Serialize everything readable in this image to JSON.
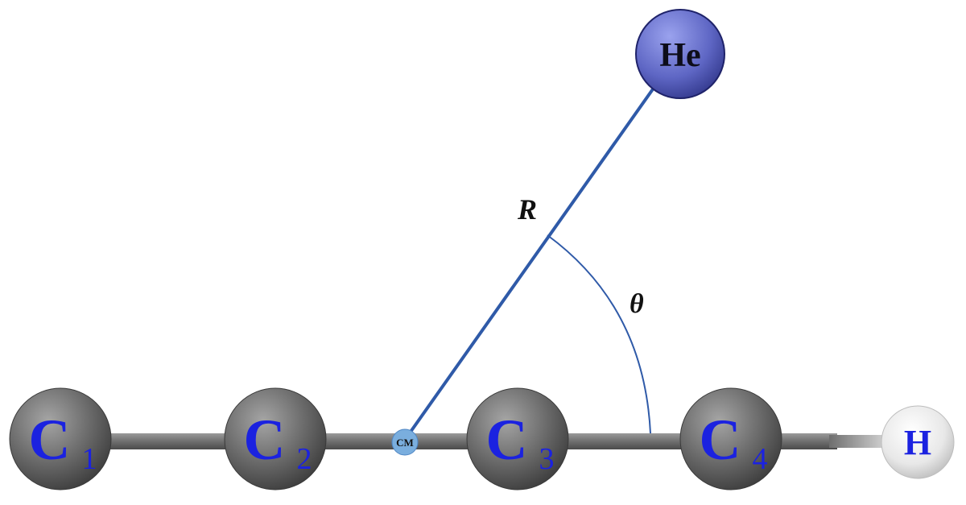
{
  "atoms": {
    "c1": {
      "symbol": "C",
      "subscript": "1"
    },
    "c2": {
      "symbol": "C",
      "subscript": "2"
    },
    "c3": {
      "symbol": "C",
      "subscript": "3"
    },
    "c4": {
      "symbol": "C",
      "subscript": "4"
    },
    "h": {
      "symbol": "H"
    },
    "he": {
      "symbol": "He"
    }
  },
  "cm": {
    "label": "CM"
  },
  "labels": {
    "distance": "R",
    "angle": "θ"
  },
  "colors": {
    "carbon": "#6b6b6b",
    "hydrogen": "#e6e6e6",
    "helium": "#5e66c4",
    "bond": "#707070",
    "vector": "#2f5aa8",
    "cm_fill": "#7aaede",
    "atom_text": "#1b22e0",
    "label_text": "#111111"
  }
}
